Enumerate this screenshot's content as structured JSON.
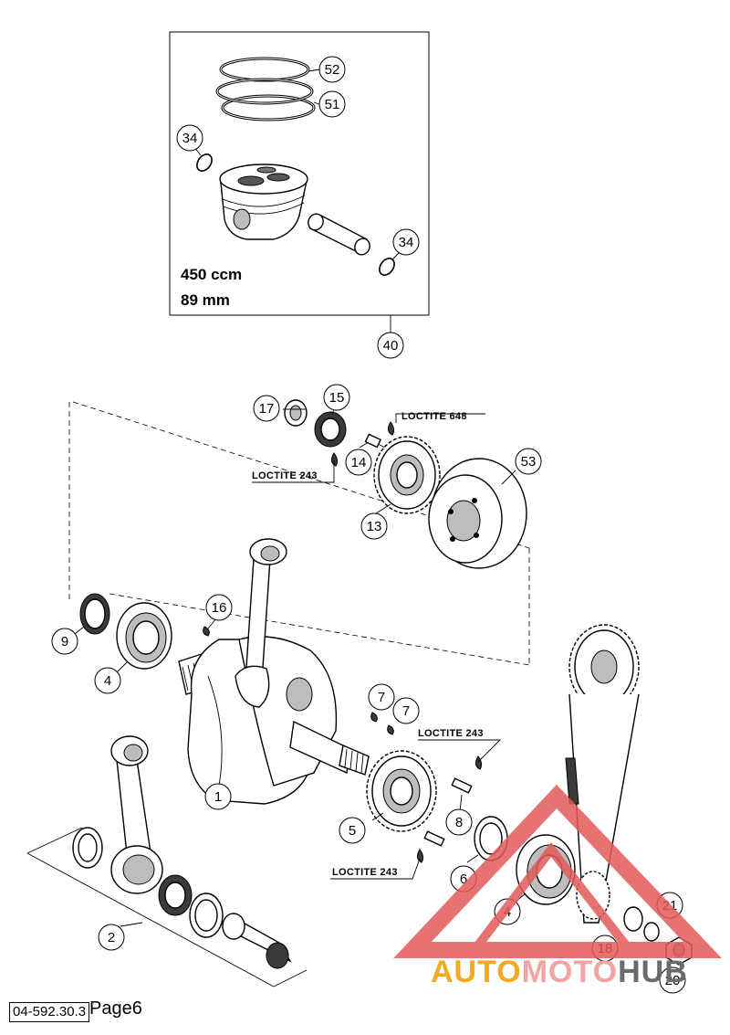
{
  "diagram": {
    "callouts": {
      "c52": "52",
      "c51": "51",
      "c34a": "34",
      "c34b": "34",
      "c40": "40",
      "c17": "17",
      "c15": "15",
      "c14": "14",
      "c13": "13",
      "c53": "53",
      "c16": "16",
      "c9": "9",
      "c4a": "4",
      "c7a": "7",
      "c7b": "7",
      "c1": "1",
      "c5": "5",
      "c8": "8",
      "c6": "6",
      "c4b": "4",
      "c21": "21",
      "c18": "18",
      "c20": "20",
      "c2": "2"
    },
    "piston_box": {
      "displacement": "450 ccm",
      "bore": "89 mm"
    },
    "loctite_labels": {
      "l648": "LOCTITE 648",
      "l243_a": "LOCTITE 243",
      "l243_b": "LOCTITE 243",
      "l243_c": "LOCTITE 243"
    }
  },
  "footer": {
    "doc_code": "04-592.30.3",
    "page_label": "Page6"
  },
  "watermark": {
    "part1": "AUTO",
    "part2": "MOTO",
    "part3": "HUB",
    "colors": {
      "auto": "#f5a91d",
      "moto": "#f2a3a3",
      "hub": "#6b6b6b",
      "triangle": "#e25a5a"
    }
  }
}
